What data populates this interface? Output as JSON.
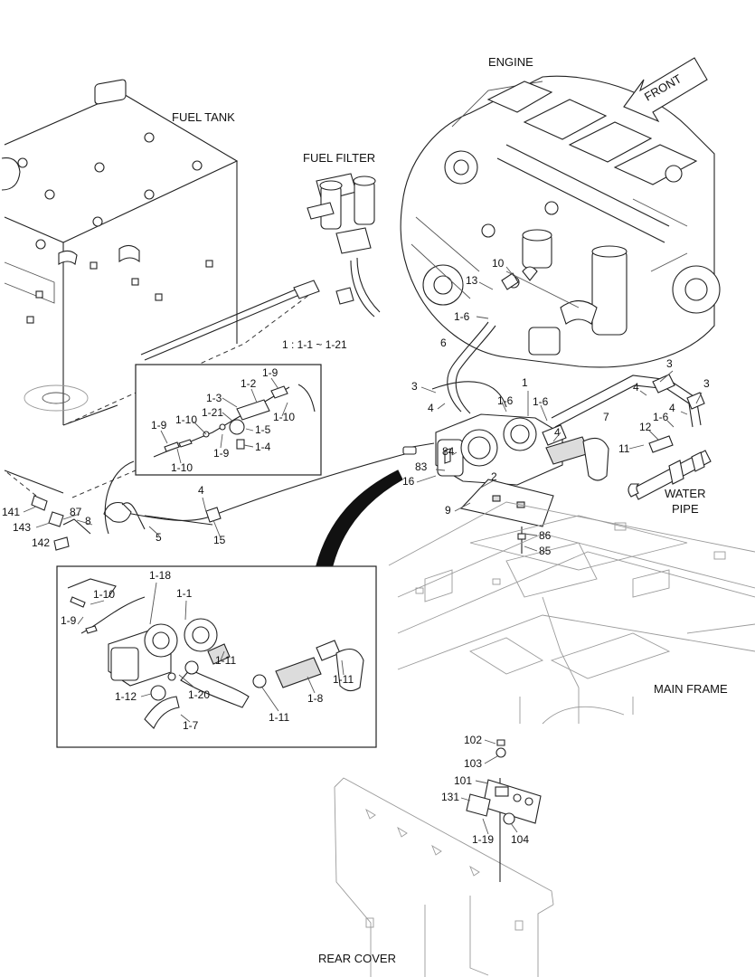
{
  "labels": {
    "engine": "ENGINE",
    "front": "FRONT",
    "fuel_tank": "FUEL TANK",
    "fuel_filter": "FUEL FILTER",
    "water_pipe_1": "WATER",
    "water_pipe_2": "PIPE",
    "main_frame": "MAIN FRAME",
    "rear_cover": "REAR COVER",
    "range_note": "1 : 1-1 ~ 1-21"
  },
  "callouts": {
    "p1": "1",
    "p2": "2",
    "p3a": "3",
    "p3b": "3",
    "p3c": "3",
    "p4a": "4",
    "p4b": "4",
    "p4c": "4",
    "p4d": "4",
    "p4e": "4",
    "p5": "5",
    "p6": "6",
    "p7": "7",
    "p8": "8",
    "p9": "9",
    "p10": "10",
    "p11": "11",
    "p12": "12",
    "p13": "13",
    "p15": "15",
    "p16": "16",
    "p1_6a": "1-6",
    "p1_6b": "1-6",
    "p1_6c": "1-6",
    "p1_6d": "1-6",
    "p83": "83",
    "p84": "84",
    "p85": "85",
    "p86": "86",
    "p87": "87",
    "p141": "141",
    "p142": "142",
    "p143": "143",
    "p102": "102",
    "p103": "103",
    "p101": "101",
    "p131": "131",
    "p104": "104",
    "p1_19": "1-19"
  },
  "detail_top": {
    "l1_9a": "1-9",
    "l1_2": "1-2",
    "l1_3": "1-3",
    "l1_21": "1-21",
    "l1_10a": "1-10",
    "l1_5": "1-5",
    "l1_9b": "1-9",
    "l1_10b": "1-10",
    "l1_4": "1-4",
    "l1_9c": "1-9",
    "l1_10c": "1-10"
  },
  "detail_bottom": {
    "l1_18": "1-18",
    "l1_1": "1-1",
    "l1_10": "1-10",
    "l1_9": "1-9",
    "l1_11a": "1-11",
    "l1_11b": "1-11",
    "l1_11c": "1-11",
    "l1_12": "1-12",
    "l1_20": "1-20",
    "l1_8": "1-8",
    "l1_7": "1-7"
  }
}
